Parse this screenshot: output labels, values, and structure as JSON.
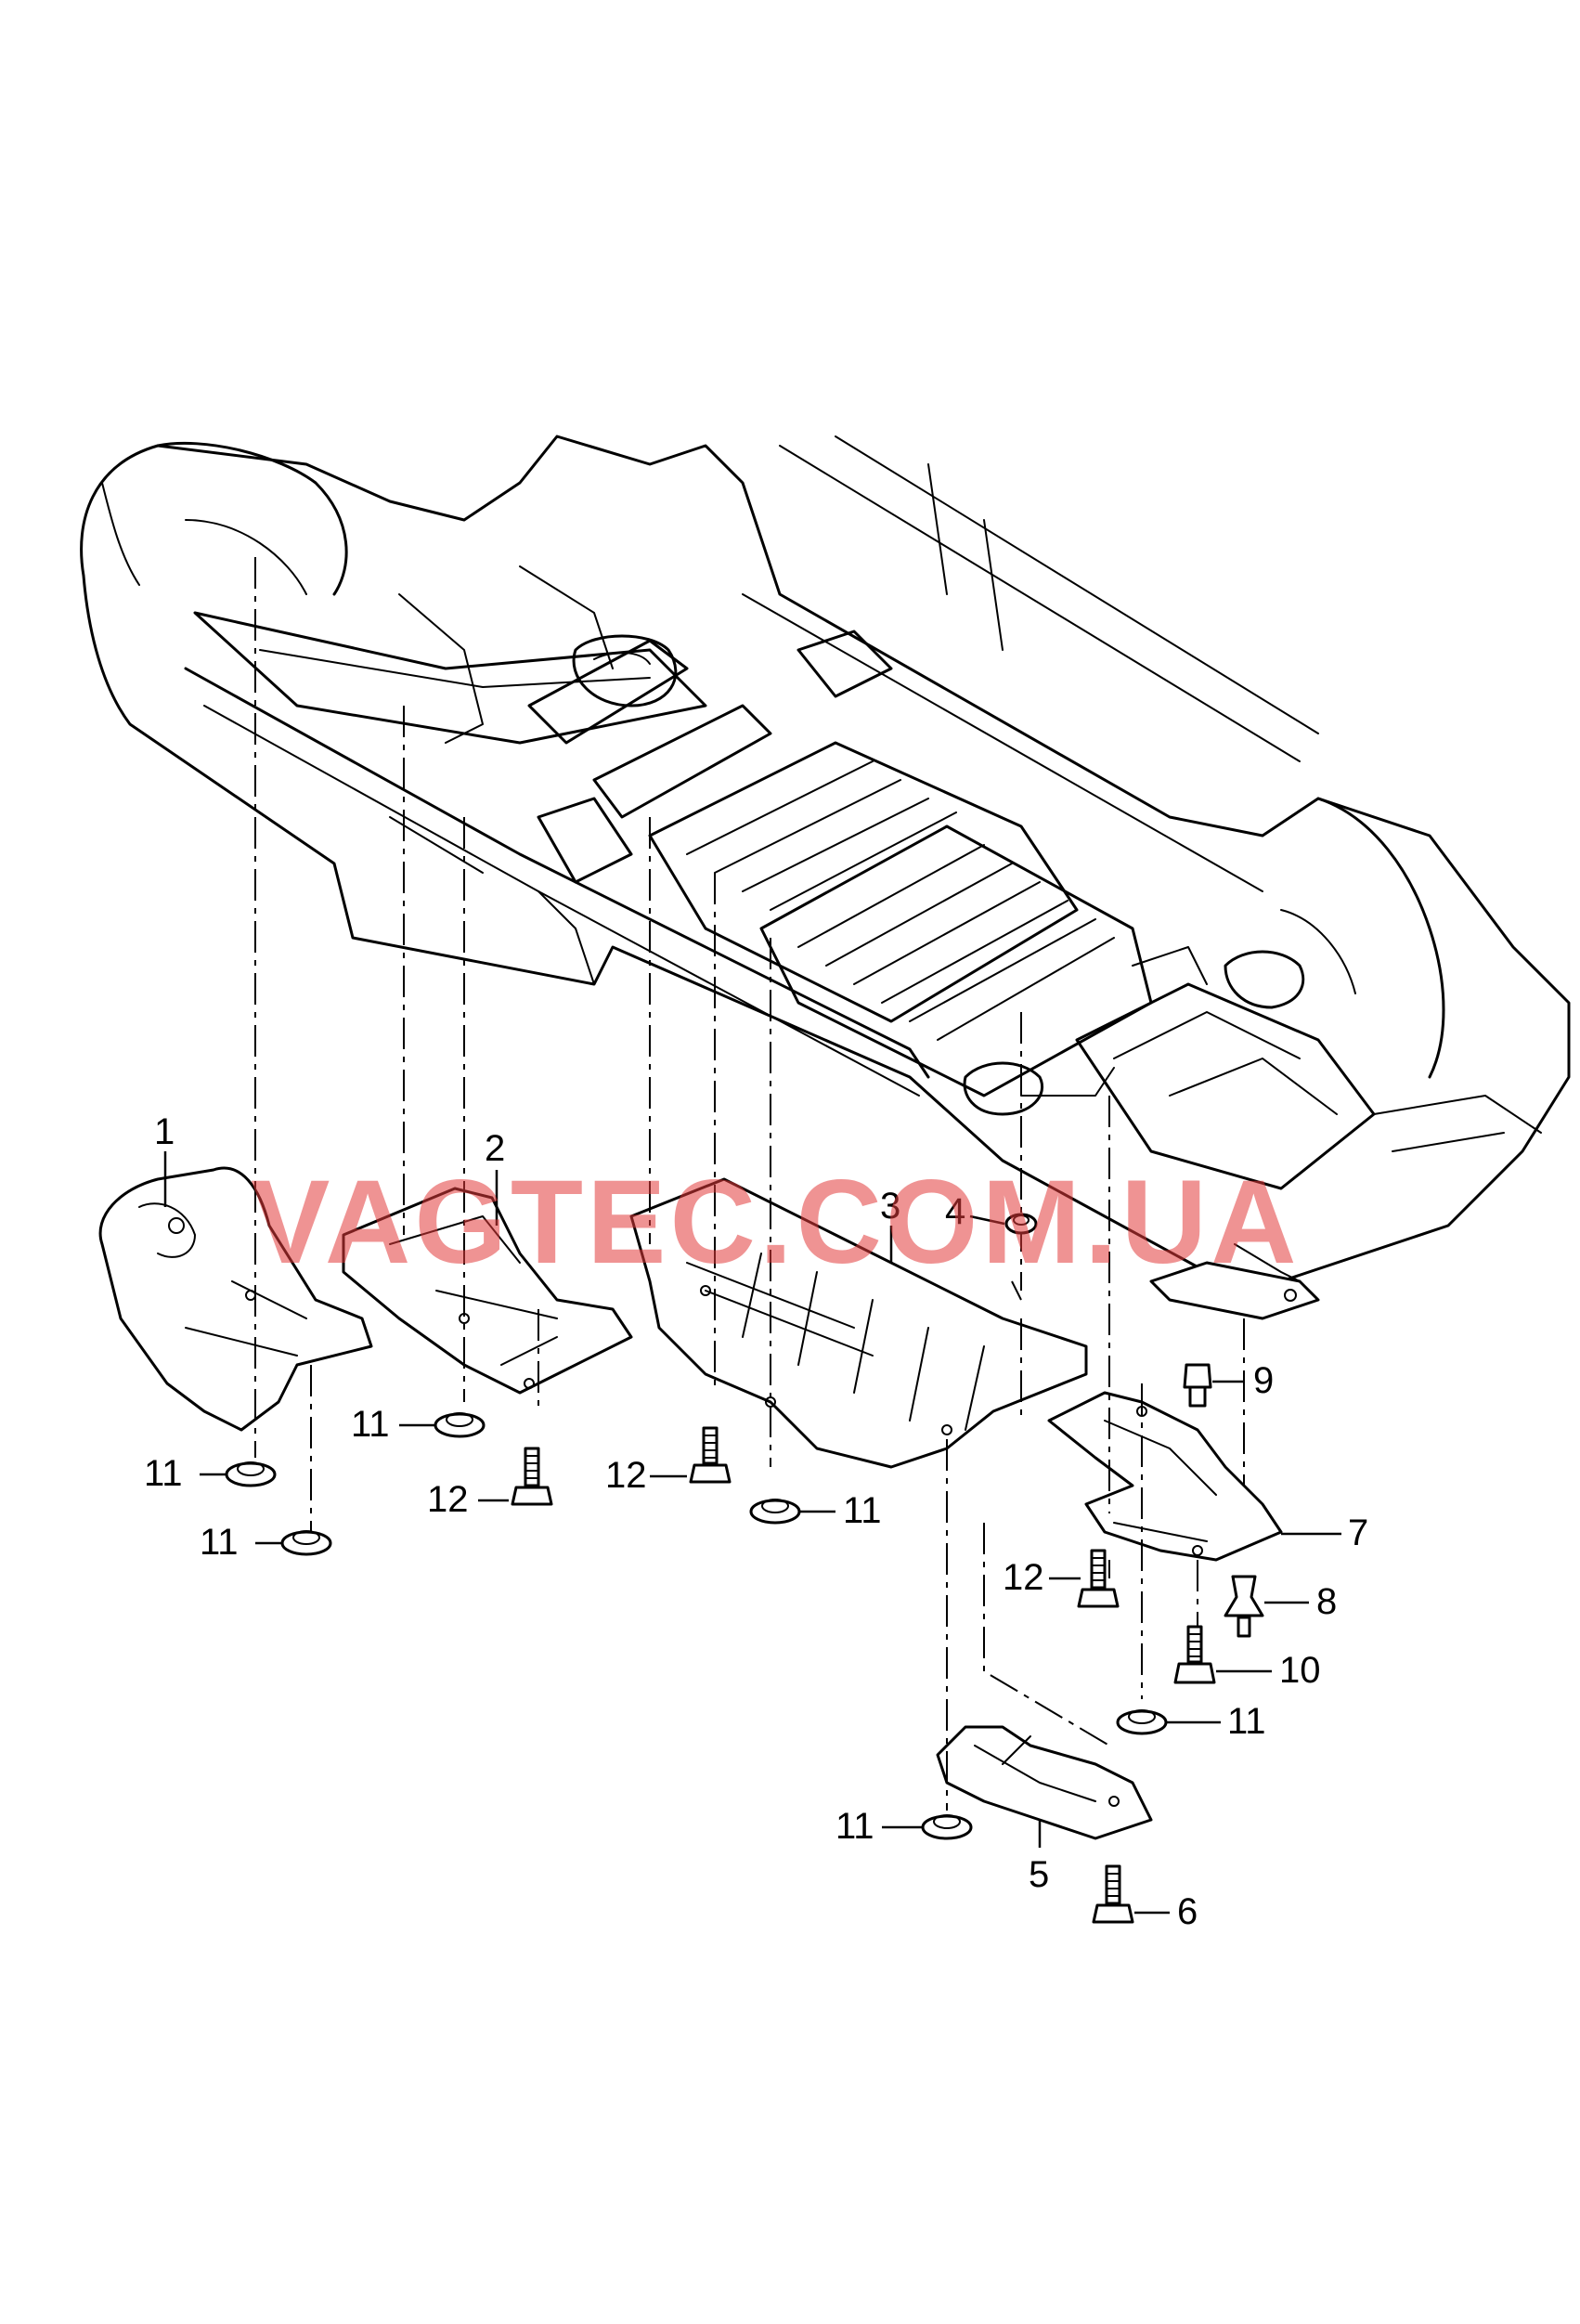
{
  "watermark": "VAGTEC.COM.UA",
  "callouts": {
    "c1": "1",
    "c2": "2",
    "c3": "3",
    "c4": "4",
    "c5": "5",
    "c6": "6",
    "c7": "7",
    "c8": "8",
    "c9": "9",
    "c10": "10",
    "c11a": "11",
    "c11b": "11",
    "c11c": "11",
    "c11d": "11",
    "c11e": "11",
    "c11f": "11",
    "c12a": "12",
    "c12b": "12",
    "c12c": "12"
  },
  "colors": {
    "line": "#000000",
    "watermark": "#e23b3b",
    "background": "#ffffff"
  }
}
